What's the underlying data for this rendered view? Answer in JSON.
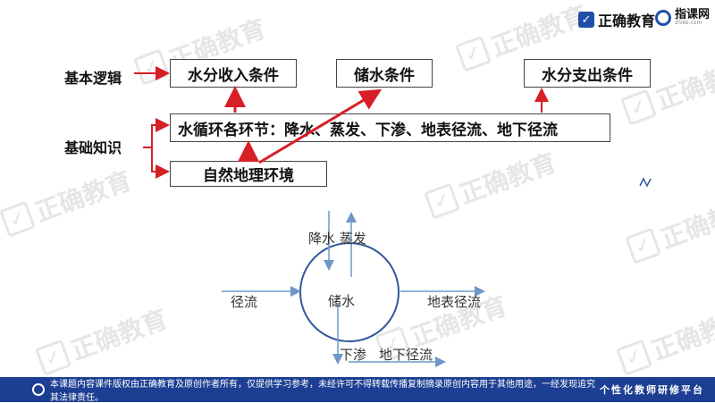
{
  "header": {
    "logo_main": "正确教育",
    "logo_secondary": "指课网",
    "logo_secondary_sub": "zhike.com"
  },
  "watermark_text": "正确教育",
  "labels": {
    "basic_logic": "基本逻辑",
    "basic_knowledge": "基础知识"
  },
  "boxes": {
    "water_income": "水分收入条件",
    "water_storage": "储水条件",
    "water_expenditure": "水分支出条件",
    "water_cycle": "水循环各环节：降水、蒸发、下渗、地表径流、地下径流",
    "natural_environment": "自然地理环境"
  },
  "diagram": {
    "precip_evap": "降水 蒸发",
    "runoff_in": "径流",
    "storage": "储水",
    "surface_runoff": "地表径流",
    "infiltration": "下渗",
    "groundwater_runoff": "地下径流"
  },
  "footer": {
    "notice": "本课题内容课件版权由正确教育及原创作者所有，仅提供学习参考，未经许可不得转载传播复制摘录原创内容用于其他用途，一经发现追究其法律责任。",
    "brand": "个性化教师研修平台"
  },
  "colors": {
    "arrow_red": "#d61f26",
    "arrow_blue": "#6f97c8",
    "footer_bg": "#1d3f93",
    "brand_blue": "#1f4fa8"
  }
}
